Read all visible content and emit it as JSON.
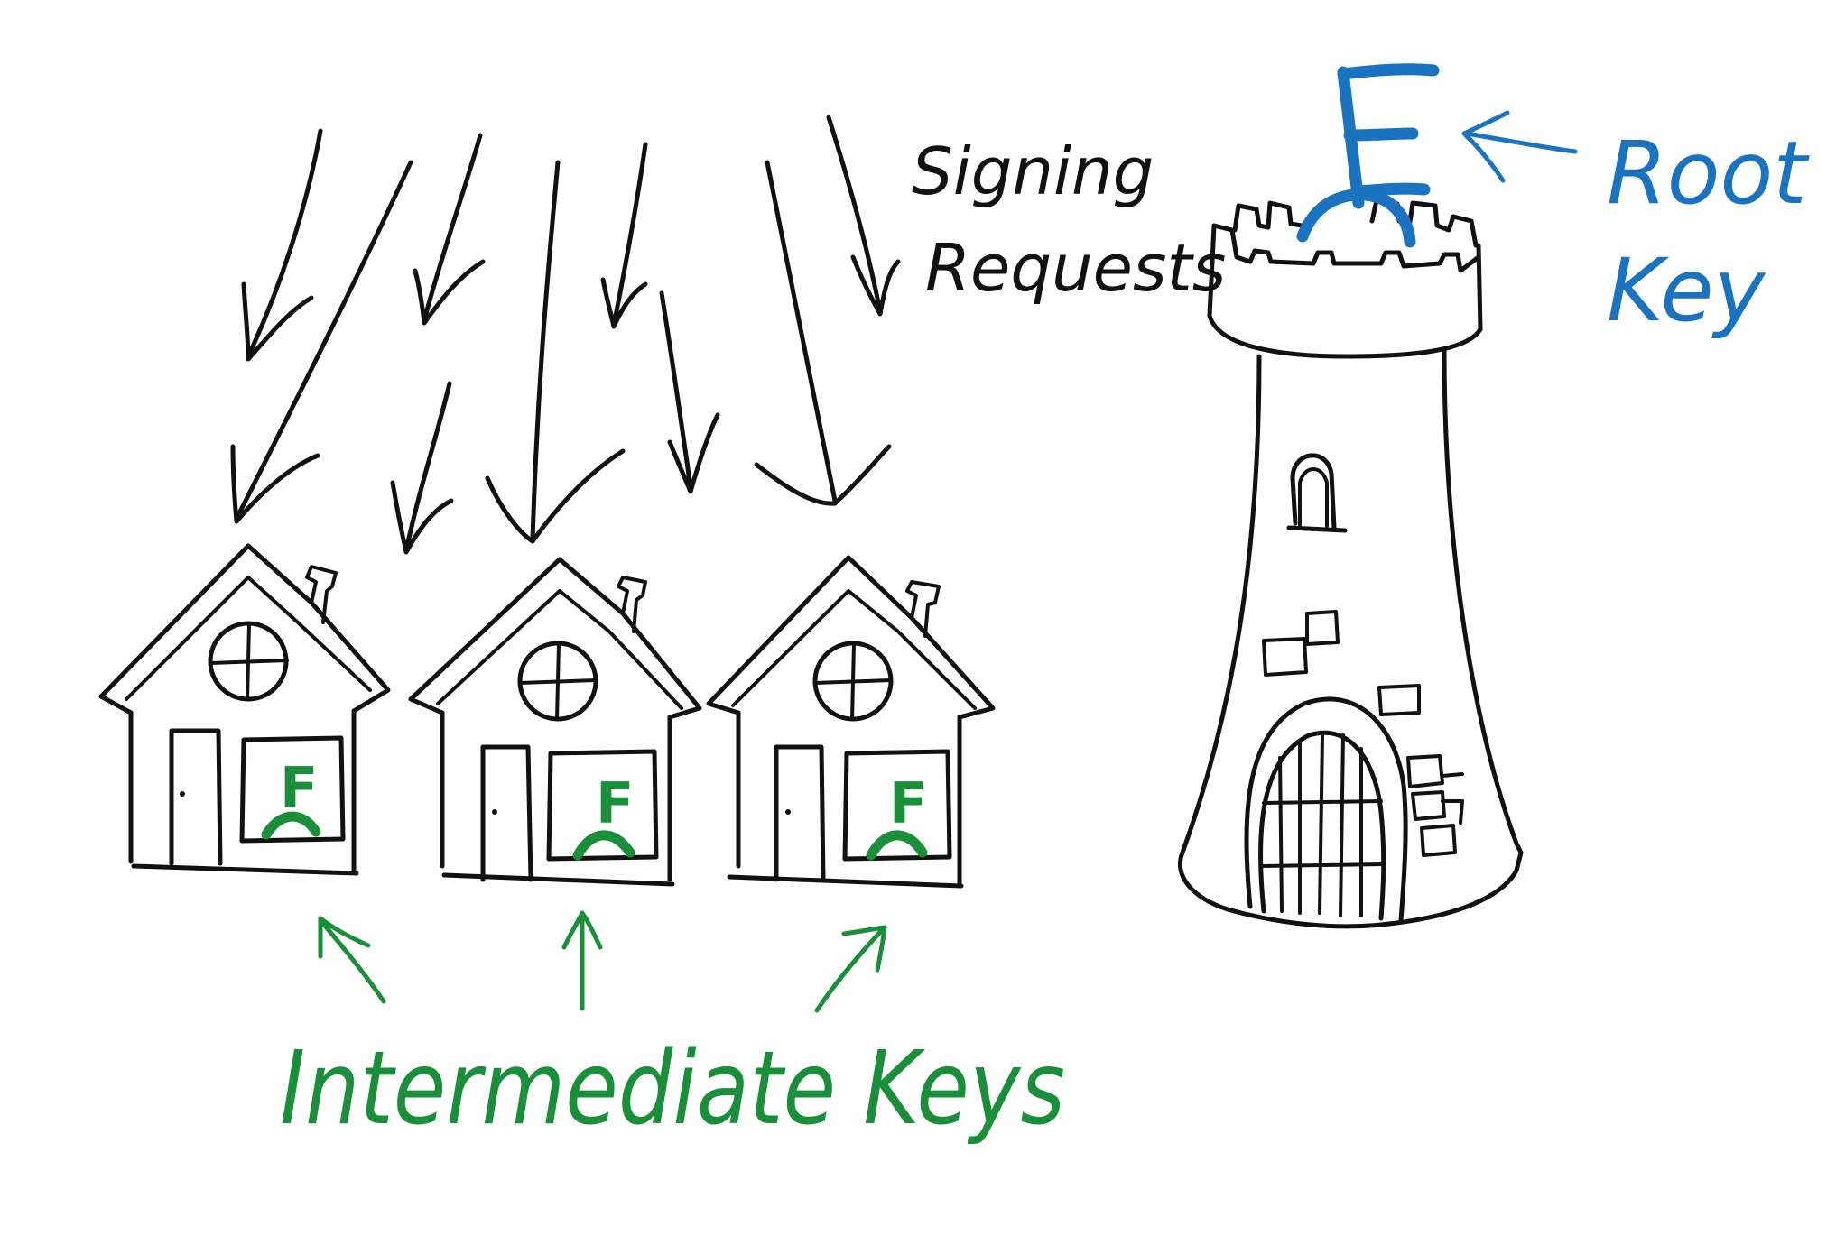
{
  "labels": {
    "signing_requests_line1": "Signing",
    "signing_requests_line2": "Requests",
    "root_key_line1": "Root",
    "root_key_line2": "Key",
    "intermediate_keys": "Intermediate Keys"
  },
  "icons": {
    "key_glyph": "F",
    "house": "house-icon",
    "tower": "tower-icon",
    "arrow": "arrow-icon"
  },
  "colors": {
    "ink": "#111111",
    "green": "#1a8f3a",
    "blue": "#1a73c0",
    "background": "#ffffff"
  }
}
